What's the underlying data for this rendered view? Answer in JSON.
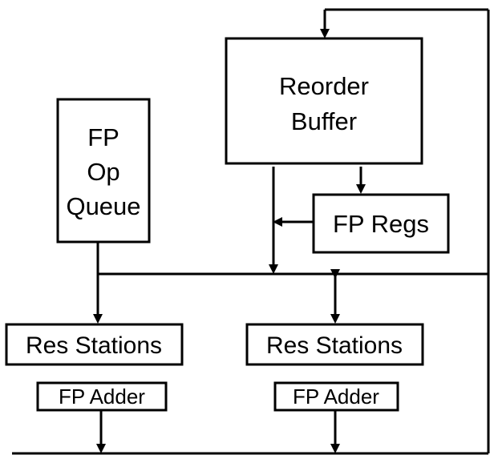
{
  "diagram": {
    "reorder_buffer": {
      "line1": "Reorder",
      "line2": "Buffer"
    },
    "fp_op_queue": {
      "line1": "FP",
      "line2": "Op",
      "line3": "Queue"
    },
    "fp_regs": {
      "label": "FP Regs"
    },
    "res_stations_left": {
      "label": "Res Stations"
    },
    "res_stations_right": {
      "label": "Res Stations"
    },
    "fp_adder_left": {
      "label": "FP Adder"
    },
    "fp_adder_right": {
      "label": "FP Adder"
    }
  }
}
